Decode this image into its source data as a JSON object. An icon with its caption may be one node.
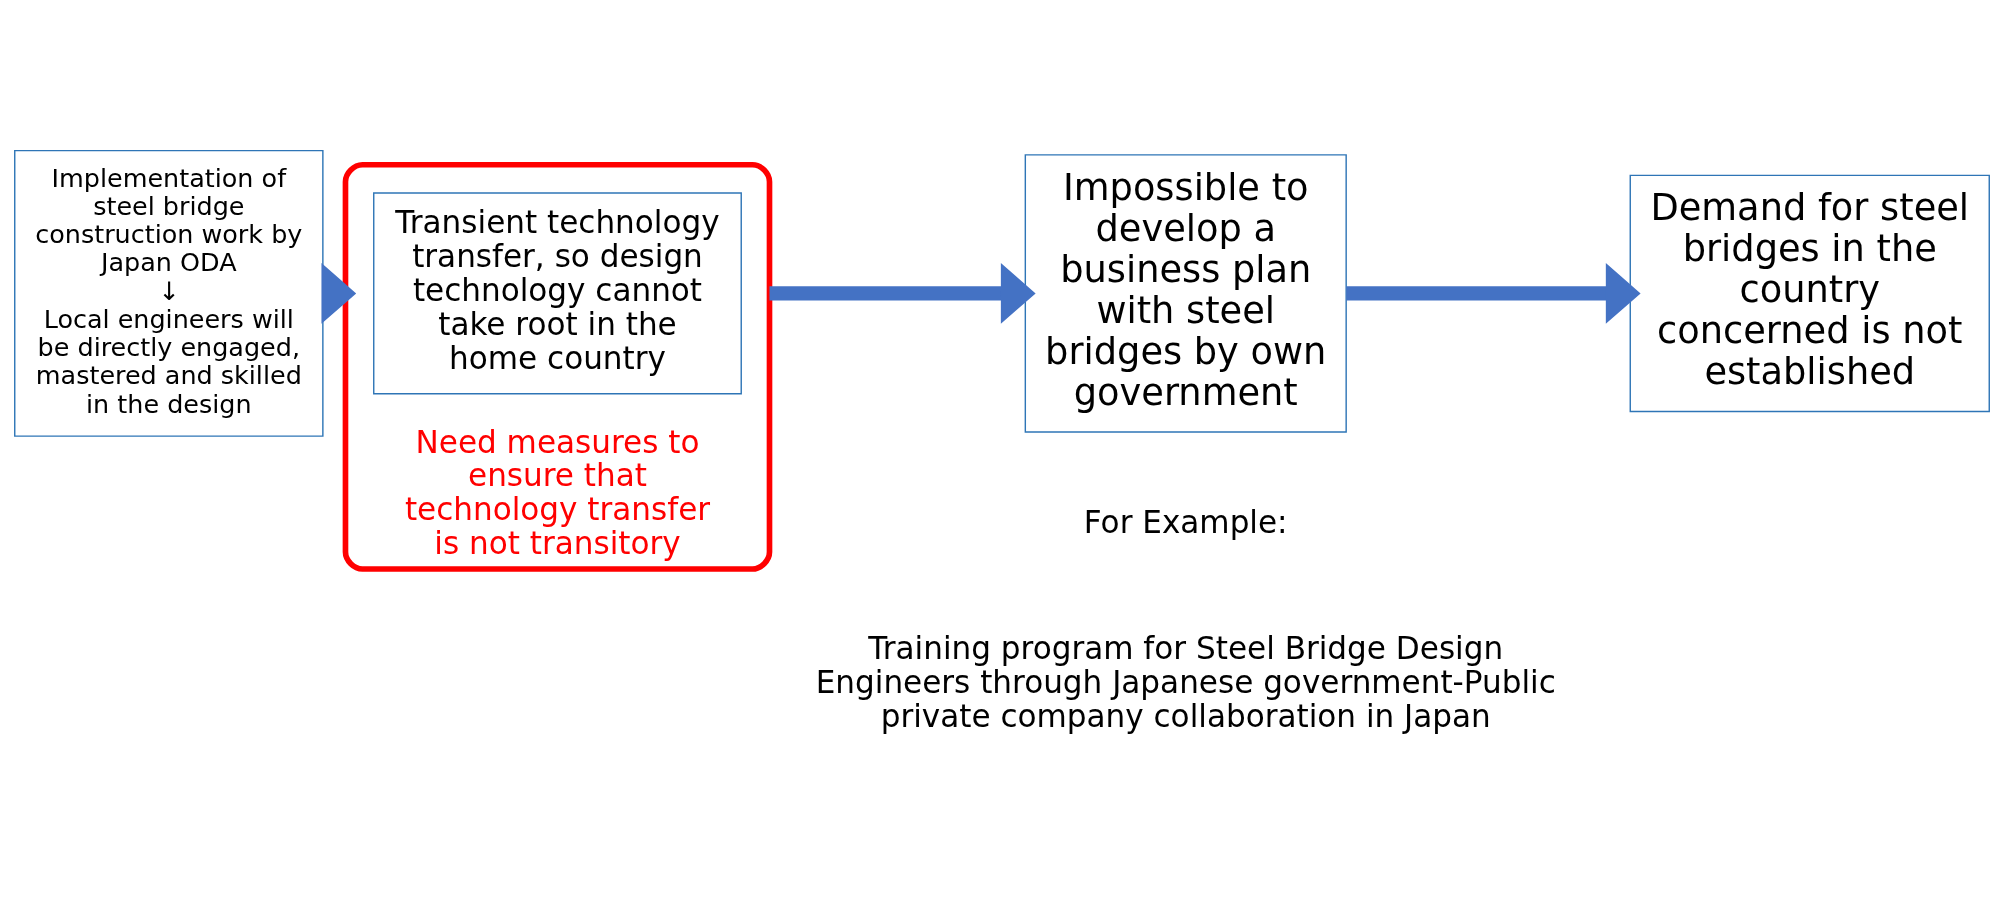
{
  "diagram": {
    "nodes": [
      {
        "text": [
          "Implementation of steel bridge construction work by Japan ODA",
          "↓",
          "Local engineers will be directly engaged, mastered and skilled in the design"
        ]
      },
      {
        "text": [
          "Need measures to ensure that technology transfer is not transitory"
        ]
      },
      {
        "text": [
          "Transient technology transfer, so design technology cannot take root in the home country"
        ],
        "in": 1
      },
      {
        "text": [
          "Impossible to develop a business plan with steel bridges by own government"
        ]
      },
      {
        "text": [
          "Demand for steel bridges in the country concerned is not established"
        ]
      }
    ],
    "edges": [
      {
        "from": 0,
        "to": 1,
        "arrow": "to"
      },
      {
        "from": 1,
        "to": 3,
        "arrow": "to"
      },
      {
        "from": 3,
        "to": 4,
        "arrow": "to"
      }
    ],
    "labels": [
      "For Example:",
      "Training program for Steel Bridge Design Engineers through Japanese government-Public private company collaboration in Japan"
    ]
  }
}
